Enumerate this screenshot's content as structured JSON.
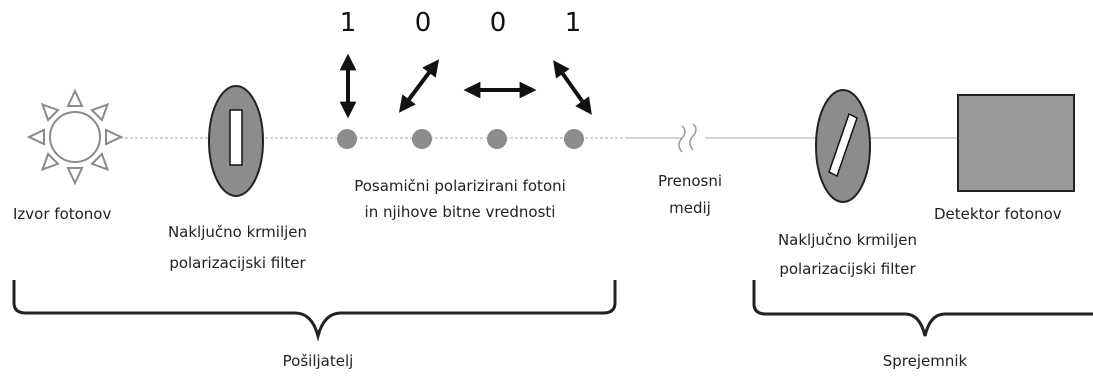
{
  "bits": [
    "1",
    "0",
    "0",
    "1"
  ],
  "labels": {
    "source": "Izvor fotonov",
    "sender_filter_line1": "Naključno krmiljen",
    "sender_filter_line2": "polarizacijski filter",
    "photons_line1": "Posamični polarizirani fotoni",
    "photons_line2": "in njihove bitne vrednosti",
    "medium_line1": "Prenosni",
    "medium_line2": "medij",
    "receiver_filter_line1": "Naključno krmiljen",
    "receiver_filter_line2": "polarizacijski filter",
    "detector": "Detektor fotonov",
    "sender": "Pošiljatelj",
    "receiver": "Sprejemnik"
  },
  "colors": {
    "ink": "#222222",
    "filter_fill": "#8c8c8c",
    "photon_fill": "#8c8c8c",
    "detector_fill": "#9a9a9a",
    "beam": "#bbbbbb"
  }
}
